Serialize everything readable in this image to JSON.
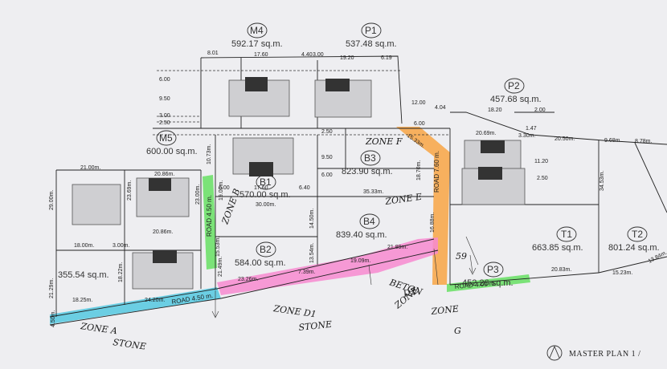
{
  "plots": [
    {
      "id": "M4",
      "area": "592.17 sq.m."
    },
    {
      "id": "P1",
      "area": "537.48 sq.m."
    },
    {
      "id": "P2",
      "area": "457.68 sq.m."
    },
    {
      "id": "M5",
      "area": "600.00 sq.m."
    },
    {
      "id": "B3",
      "area": "823.90 sq.m."
    },
    {
      "id": "B1",
      "area": "570.00 sq.m."
    },
    {
      "id": "B4",
      "area": "839.40 sq.m."
    },
    {
      "id": "B2",
      "area": "584.00 sq.m."
    },
    {
      "id": "T1",
      "area": "663.85 sq.m."
    },
    {
      "id": "T2",
      "area": "801.24 sq.m."
    },
    {
      "id": "P3",
      "area": "452.26 sq.m."
    },
    {
      "id": "",
      "area": "355.54 sq.m."
    }
  ],
  "dimensions": {
    "top": [
      "8.01",
      "17.60",
      "4.40",
      "3.00",
      "19.20",
      "6.19"
    ],
    "left_top": [
      "6.00",
      "9.50",
      "3.00",
      "2.50"
    ],
    "right_p1": [
      "12.00",
      "6.00",
      "4.04",
      "18.20",
      "2.00"
    ],
    "right_p2": [
      "20.69m.",
      "3.30m.",
      "1.47",
      "20.50m.",
      "9.68m.",
      "8.78m."
    ],
    "m5_area": [
      "2.50",
      "10.73m.",
      "9.50",
      "6.00",
      "6.00",
      "17.60",
      "6.40"
    ],
    "b3": [
      "15.33m.",
      "18.70m.",
      "35.33m."
    ],
    "left_block": [
      "21.00m.",
      "20.86m.",
      "29.00m.",
      "23.69m.",
      "20.86m.",
      "18.00m.",
      "3.00m.",
      "21.29m.",
      "18.22m.",
      "24.20m.",
      "18.25m.",
      "4.50m."
    ],
    "road_area": [
      "23.00m.",
      "19.00m.",
      "30.00m.",
      "14.50m.",
      "21.49m.",
      "13.54m.",
      "15.53m.",
      "23.26m.",
      "7.39m.",
      "19.09m.",
      "21.89m.",
      "16.88m.",
      "11.20",
      "2.50",
      "34.53m.",
      "13.84m.",
      "20.83m.",
      "15.23m."
    ]
  },
  "roads": {
    "upper": "ROAD 7.60 m.",
    "vertical": "ROAD 4.50 m.",
    "lower": "ROAD 4.50 m.",
    "right": "ROAD 4.00 m."
  },
  "annotations": {
    "zone_f": "ZONE F",
    "zone_e": "ZONE E",
    "zone_b": "ZONE B",
    "zone_a": "ZONE A",
    "stone_a": "STONE",
    "zone_d1": "ZONE D1",
    "stone_d1": "STONE",
    "beton": "BETON",
    "d2": "D2",
    "zone_d2": "ZONE",
    "zone_g": "ZONE",
    "g": "G",
    "fifty_nine": "59"
  },
  "title": "MASTER PLAN 1 /",
  "colors": {
    "road_green": "#6ee06a",
    "road_orange": "#f7a84e",
    "road_pink": "#f78ad0",
    "road_blue": "#54c8e0"
  }
}
